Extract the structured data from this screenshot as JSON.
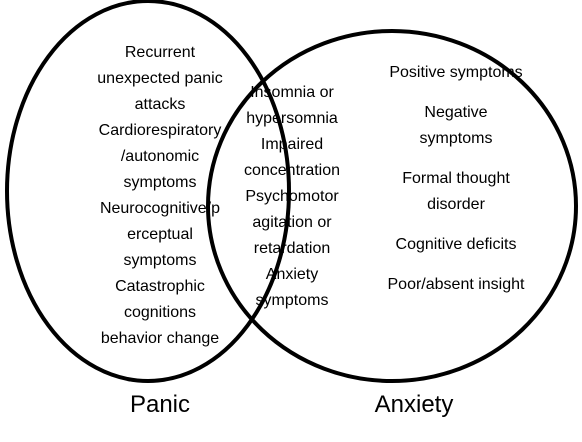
{
  "diagram": {
    "circle_color": "#000000",
    "labels": {
      "left": "Panic",
      "right": "Anxiety"
    },
    "left_only_lines": [
      "Recurrent",
      "unexpected panic",
      "attacks",
      "Cardiorespiratory",
      "/autonomic",
      "symptoms",
      "Neurocognitive/p",
      "erceptual",
      "symptoms",
      "Catastrophic",
      "cognitions",
      "behavior change"
    ],
    "overlap_lines": [
      "Insomnia or",
      "hypersomnia",
      "Impaired",
      "concentration",
      "Psychomotor",
      "agitation or",
      "retardation",
      "Anxiety",
      "symptoms"
    ],
    "right_only_items": [
      "Positive symptoms",
      "Negative symptoms",
      "Formal thought disorder",
      "Cognitive deficits",
      "Poor/absent insight"
    ]
  }
}
